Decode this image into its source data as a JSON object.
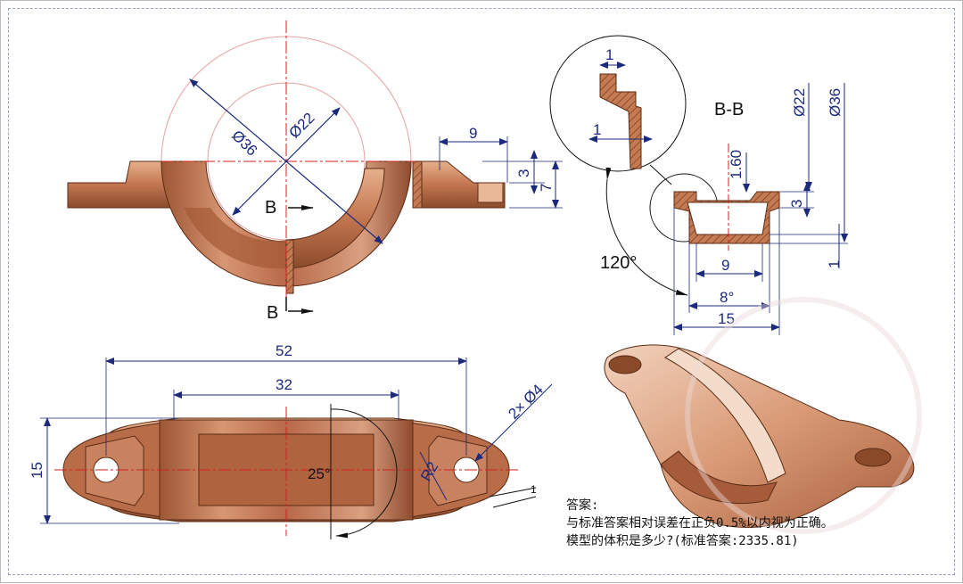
{
  "dimensions": {
    "d36_top": "Ø36",
    "d22_top": "Ø22",
    "section_mark_top": "B",
    "section_mark_bottom": "B",
    "dim_9_top": "9",
    "dim_3_top": "3",
    "dim_7_top": "7",
    "section_title": "B-B",
    "detail_1_top": "1",
    "detail_1_mid": "1",
    "dim_160": "1.60",
    "dim_d22_section": "Ø22",
    "dim_d36_section": "Ø36",
    "dim_3_section": "3",
    "dim_1_section": "1",
    "dim_9_section": "9",
    "angle_8": "8°",
    "angle_120": "120°",
    "dim_15_section": "15",
    "dim_52": "52",
    "dim_32": "32",
    "dim_15_bottom": "15",
    "hole_note": "2× Ø4",
    "angle_25": "25°",
    "radius_r2": "R2",
    "tol_mark": "1"
  },
  "answer": {
    "heading": "答案:",
    "line1": "与标准答案相对误差在正负0.5%以内视为正确。",
    "line2": "模型的体积是多少?(标准答案:2335.81)"
  },
  "colors": {
    "dimension": "#1b2a7a",
    "centerline": "#d02020",
    "copper_dark": "#8a4a2a",
    "copper_mid": "#c47a52",
    "copper_light": "#e9b899"
  }
}
